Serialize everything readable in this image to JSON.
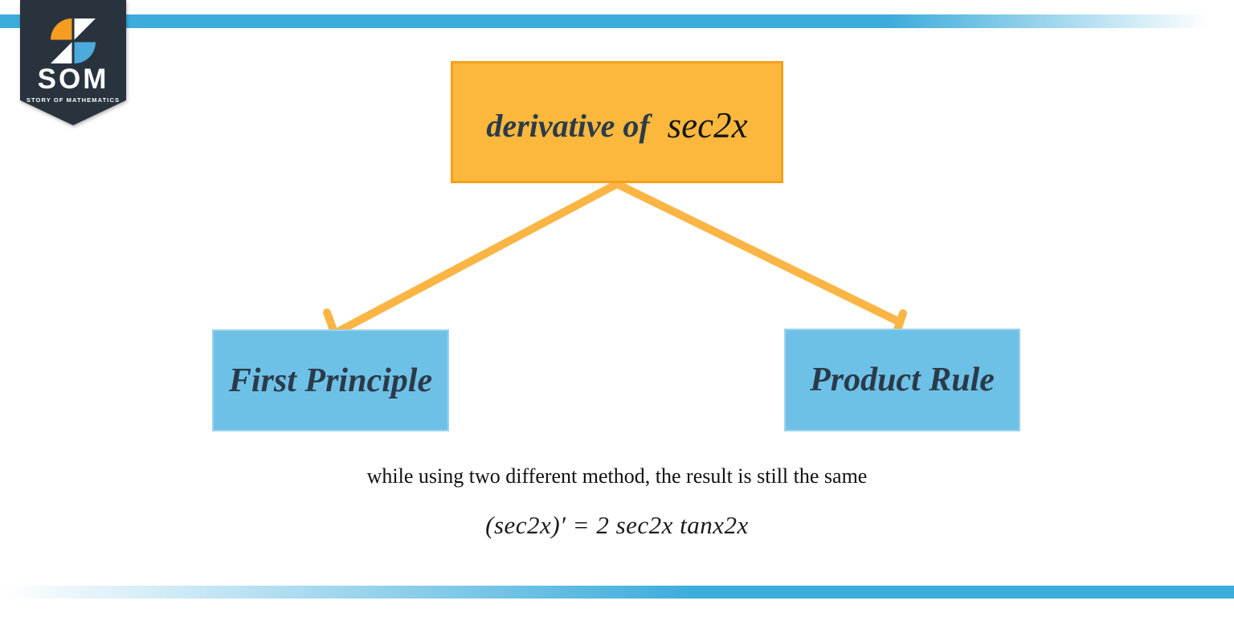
{
  "brand": {
    "name": "SOM",
    "tagline": "STORY OF MATHEMATICS",
    "colors": {
      "banner_bg": "#28333E",
      "pinwheel_orange": "#F59D20",
      "pinwheel_blue": "#4BABDC",
      "pinwheel_white": "#FFFFFF"
    }
  },
  "decor": {
    "accent_bar_color": "#3CACDB"
  },
  "diagram": {
    "root": {
      "label": "derivative of",
      "math": "sec2x"
    },
    "children": [
      {
        "label": "First Principle"
      },
      {
        "label": "Product Rule"
      }
    ],
    "colors": {
      "root_fill": "#FBB83C",
      "root_border": "#F5A01C",
      "child_fill": "#6EC1E6",
      "connector": "#FBB545",
      "label_text": "#2B3A49"
    }
  },
  "caption": {
    "text": "while using two different method, the result is still the same"
  },
  "formula": {
    "text": "(sec2x)′ = 2 sec2x tanx2x"
  }
}
